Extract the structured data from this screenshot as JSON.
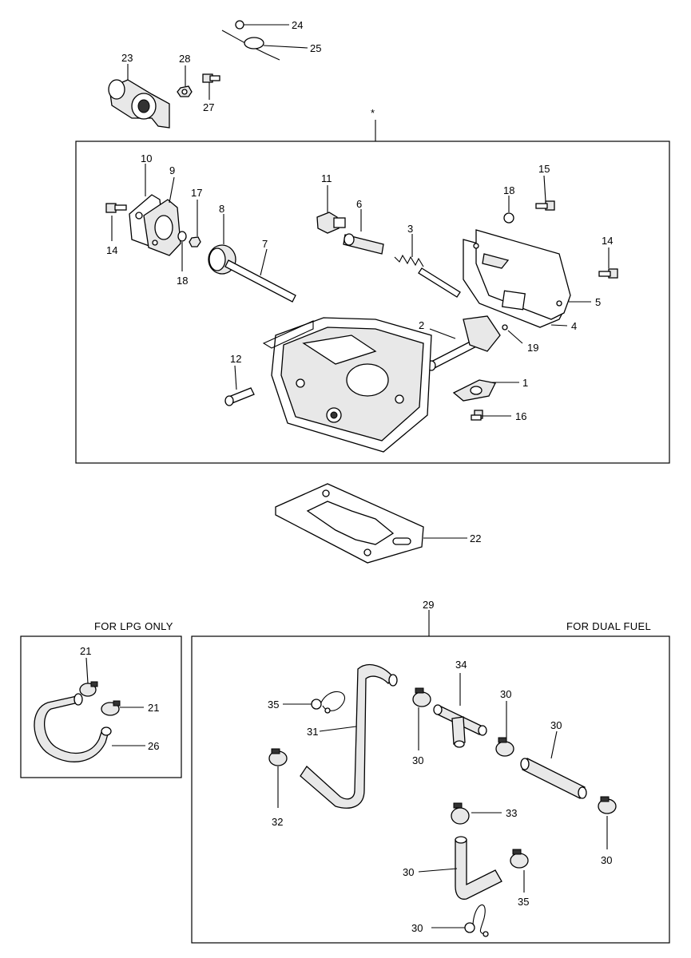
{
  "boxes": {
    "lpg_title": "FOR LPG ONLY",
    "dual_title": "FOR DUAL FUEL",
    "main_marker": "*"
  },
  "callouts": [
    "24",
    "25",
    "23",
    "28",
    "27",
    "10",
    "9",
    "17",
    "14",
    "18",
    "8",
    "7",
    "11",
    "6",
    "3",
    "18",
    "15",
    "14",
    "5",
    "4",
    "2",
    "19",
    "12",
    "1",
    "16",
    "22",
    "29",
    "21",
    "21",
    "26",
    "34",
    "35",
    "31",
    "30",
    "30",
    "32",
    "30",
    "30",
    "33",
    "30",
    "35",
    "30"
  ]
}
